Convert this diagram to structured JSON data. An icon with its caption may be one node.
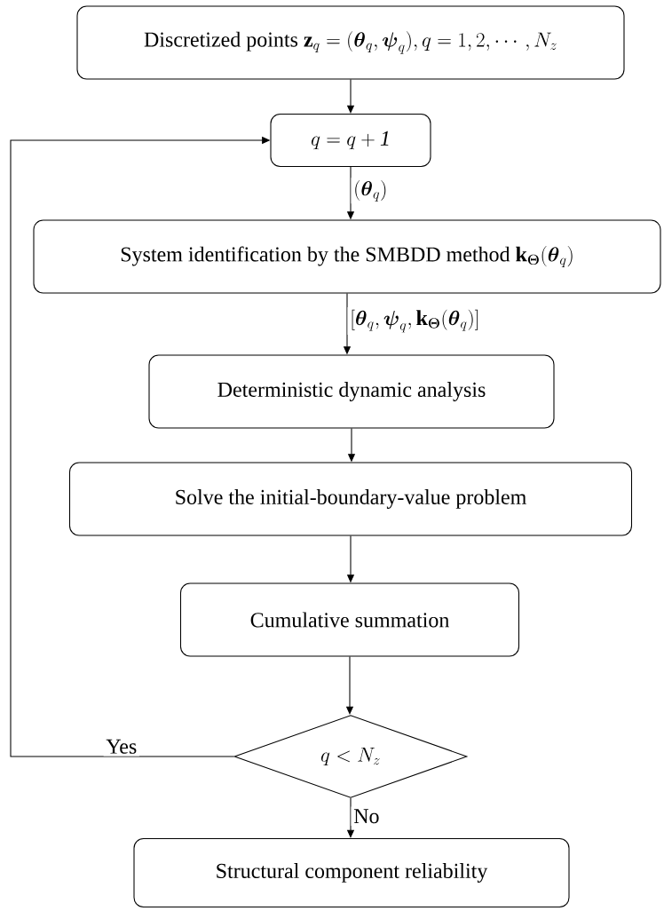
{
  "diagram": {
    "nodes": [
      {
        "text": [
          "Discretized points",
          "\\mathbf{z}_q=(\\boldsymbol{\\theta}_q,\\boldsymbol{\\psi}_q), q=1,2,\\cdots,N_z"
        ]
      },
      {
        "text": [
          "q = q + \\mathit{1}"
        ]
      },
      {
        "text": [
          "System identification by the SMBDD method",
          "\\mathbf{k}_{\\boldsymbol{\\Theta}}(\\boldsymbol{\\theta}_q)"
        ]
      },
      {
        "text": [
          "Deterministic dynamic analysis"
        ]
      },
      {
        "text": [
          "Solve the initial-boundary-value problem"
        ]
      },
      {
        "text": [
          "Cumulative summation"
        ]
      },
      {
        "text": [
          "q<N_z"
        ]
      },
      {
        "text": [
          "Structural component reliability"
        ]
      }
    ],
    "edges": [
      {
        "from": 0,
        "to": 1,
        "arrow": "to"
      },
      {
        "from": 1,
        "to": 2,
        "arrow": "to",
        "label": "(\\boldsymbol{\\theta}_q)"
      },
      {
        "from": 2,
        "to": 3,
        "arrow": "to",
        "label": "[\\boldsymbol{\\theta}_q,\\boldsymbol{\\psi}_q,\\mathbf{k}_{\\boldsymbol{\\Theta}}(\\boldsymbol{\\theta}_q)]"
      },
      {
        "from": 3,
        "to": 4,
        "arrow": "to"
      },
      {
        "from": 4,
        "to": 5,
        "arrow": "to"
      },
      {
        "from": 5,
        "to": 6,
        "arrow": "to"
      },
      {
        "from": 6,
        "to": 1,
        "arrow": "to",
        "label": "Yes"
      },
      {
        "from": 6,
        "to": 7,
        "arrow": "to",
        "label": "No"
      }
    ]
  }
}
